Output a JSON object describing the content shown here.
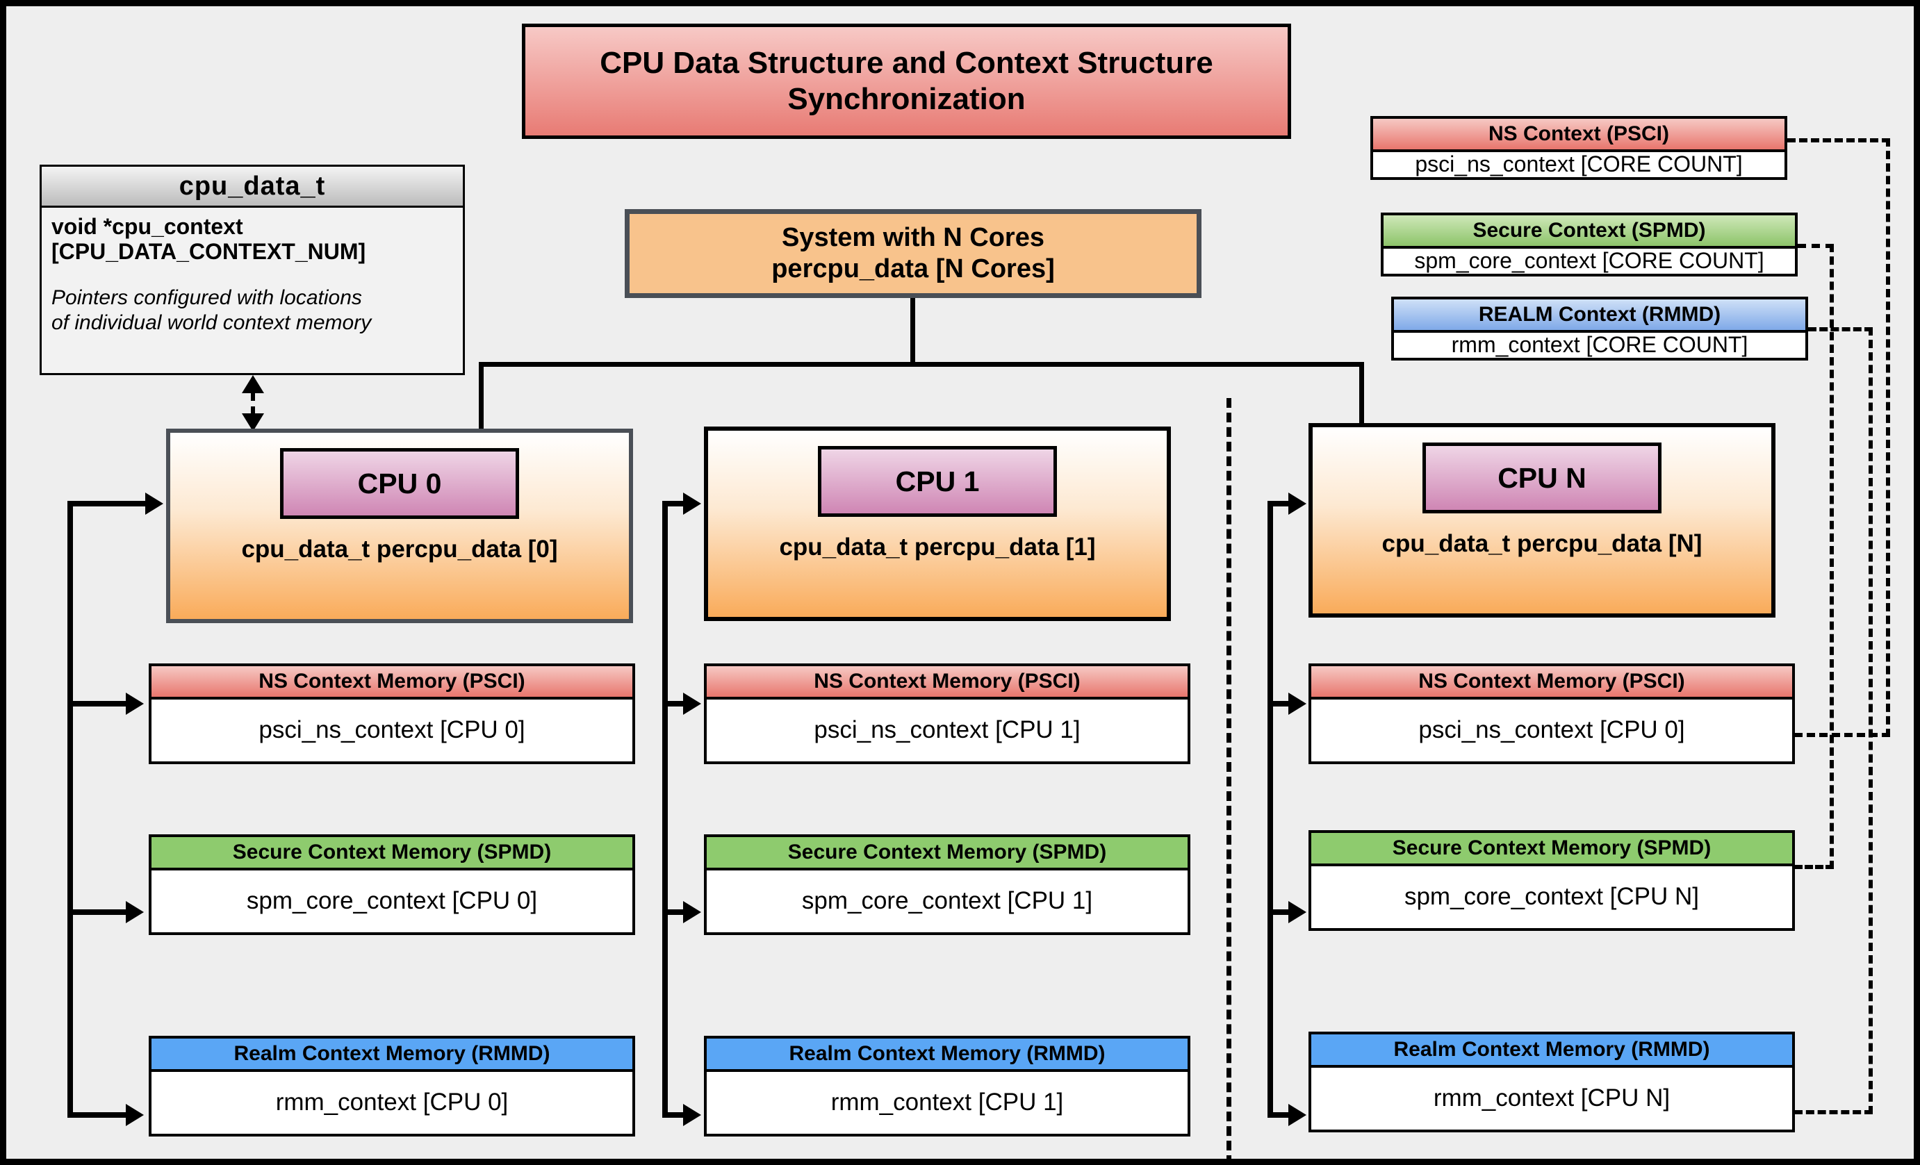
{
  "title": {
    "line1": "CPU Data Structure and Context Structure",
    "line2": "Synchronization"
  },
  "cpu_data_struct": {
    "name": "cpu_data_t",
    "field": "void  *cpu_context",
    "field_index": "[CPU_DATA_CONTEXT_NUM]",
    "note_line1": "Pointers configured with locations",
    "note_line2": "of individual world context memory"
  },
  "system": {
    "line1": "System with N Cores",
    "line2": "percpu_data [N Cores]"
  },
  "global_contexts": [
    {
      "header": "NS Context  (PSCI)",
      "body": "psci_ns_context [CORE COUNT]",
      "color": "#e8766d"
    },
    {
      "header": "Secure Context (SPMD)",
      "body": "spm_core_context [CORE COUNT]",
      "color": "#8dc46a"
    },
    {
      "header": "REALM Context (RMMD)",
      "body": "rmm_context [CORE COUNT]",
      "color": "#7fa9e8"
    }
  ],
  "cpus": [
    {
      "chip": "CPU 0",
      "struct_label": "cpu_data_t percpu_data [0]",
      "contexts": [
        {
          "header": "NS Context Memory (PSCI)",
          "body": "psci_ns_context [CPU 0]",
          "color": "#e8807a"
        },
        {
          "header": "Secure Context Memory (SPMD)",
          "body": "spm_core_context [CPU 0]",
          "color": "#8ecb6e"
        },
        {
          "header": "Realm Context Memory (RMMD)",
          "body": "rmm_context [CPU 0]",
          "color": "#5aa6f5"
        }
      ]
    },
    {
      "chip": "CPU 1",
      "struct_label": "cpu_data_t percpu_data [1]",
      "contexts": [
        {
          "header": "NS Context Memory (PSCI)",
          "body": "psci_ns_context [CPU 1]",
          "color": "#e8807a"
        },
        {
          "header": "Secure Context Memory (SPMD)",
          "body": "spm_core_context [CPU 1]",
          "color": "#8ecb6e"
        },
        {
          "header": "Realm Context Memory (RMMD)",
          "body": "rmm_context [CPU 1]",
          "color": "#5aa6f5"
        }
      ]
    },
    {
      "chip": "CPU N",
      "struct_label": "cpu_data_t percpu_data [N]",
      "contexts": [
        {
          "header": "NS Context Memory (PSCI)",
          "body": "psci_ns_context [CPU 0]",
          "color": "#e8807a"
        },
        {
          "header": "Secure Context Memory (SPMD)",
          "body": "spm_core_context [CPU N]",
          "color": "#8ecb6e"
        },
        {
          "header": "Realm Context Memory (RMMD)",
          "body": "rmm_context [CPU N]",
          "color": "#5aa6f5"
        }
      ]
    }
  ],
  "colors": {
    "background": "#eeeeee",
    "title_banner": "#e87b74",
    "system_box": "#f8c38c",
    "cpu_card": "#f9ab5a",
    "cpu_chip": "#cf86b4",
    "ns": "#e8766d",
    "secure": "#8dc46a",
    "realm": "#7fa9e8",
    "line": "#000000"
  }
}
